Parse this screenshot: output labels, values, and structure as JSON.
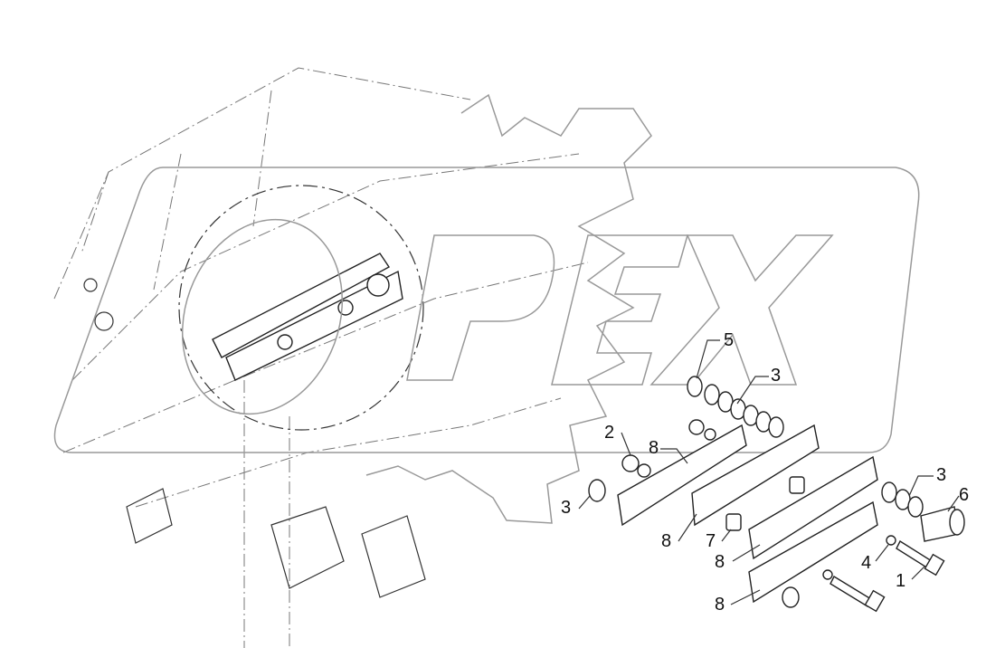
{
  "watermark": "OPEX",
  "callouts": [
    {
      "label": "5"
    },
    {
      "label": "3"
    },
    {
      "label": "2"
    },
    {
      "label": "8"
    },
    {
      "label": "3"
    },
    {
      "label": "8"
    },
    {
      "label": "7"
    },
    {
      "label": "8"
    },
    {
      "label": "3"
    },
    {
      "label": "6"
    },
    {
      "label": "4"
    },
    {
      "label": "1"
    },
    {
      "label": "8"
    }
  ]
}
